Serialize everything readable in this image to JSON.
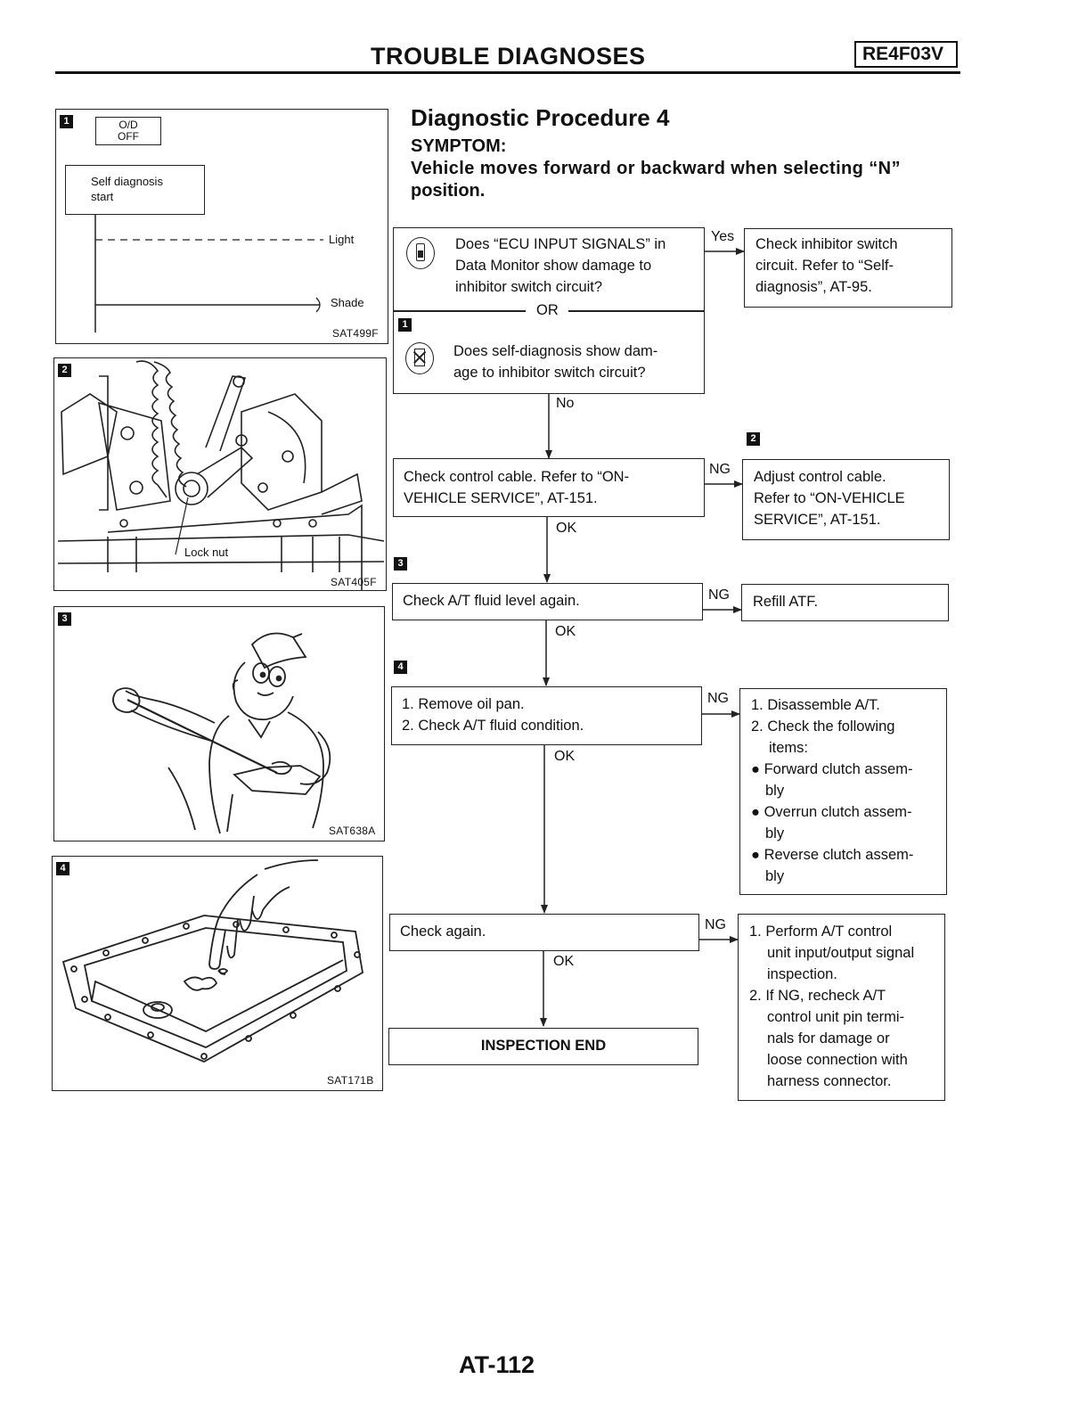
{
  "header": {
    "title": "TROUBLE DIAGNOSES",
    "model": "RE4F03V"
  },
  "procedure": {
    "title": "Diagnostic Procedure 4",
    "symptom_label": "SYMPTOM:",
    "symptom_line1": "Vehicle moves forward or backward when selecting “N”",
    "symptom_line2": "position."
  },
  "figures": {
    "fig1": {
      "badge": "1",
      "od_line1": "O/D",
      "od_line2": "OFF",
      "self_diag_line1": "Self diagnosis",
      "self_diag_line2": "start",
      "light": "Light",
      "shade": "Shade",
      "code": "SAT499F"
    },
    "fig2": {
      "badge": "2",
      "lock_nut": "Lock nut",
      "code": "SAT405F"
    },
    "fig3": {
      "badge": "3",
      "code": "SAT638A"
    },
    "fig4": {
      "badge": "4",
      "code": "SAT171B"
    }
  },
  "flow": {
    "q1": {
      "line1": "Does “ECU INPUT SIGNALS” in",
      "line2": "Data Monitor show damage to",
      "line3": "inhibitor switch circuit?"
    },
    "or": "OR",
    "q1_badge": "1",
    "q2": {
      "line1": "Does self-diagnosis show dam-",
      "line2": "age to inhibitor switch circuit?"
    },
    "yes": "Yes",
    "no": "No",
    "r1": {
      "line1": "Check inhibitor switch",
      "line2": "circuit. Refer to “Self-",
      "line3": "diagnosis”, AT-95."
    },
    "s2_badge": "2",
    "s2": {
      "line1": "Check control cable. Refer to “ON-",
      "line2": "VEHICLE SERVICE”, AT-151."
    },
    "r2": {
      "line1": "Adjust control cable.",
      "line2": "Refer to “ON-VEHICLE",
      "line3": "SERVICE”, AT-151."
    },
    "s3_badge": "3",
    "s3": "Check A/T fluid level again.",
    "r3": "Refill ATF.",
    "s4_badge": "4",
    "s4": {
      "line1": "1. Remove oil pan.",
      "line2": "2. Check A/T fluid condition."
    },
    "r4": {
      "line1": "1. Disassemble A/T.",
      "line2": "2. Check the following",
      "line3": "items:",
      "b1a": "Forward clutch assem-",
      "b1b": "bly",
      "b2a": "Overrun clutch assem-",
      "b2b": "bly",
      "b3a": "Reverse clutch assem-",
      "b3b": "bly"
    },
    "s5": "Check again.",
    "r5": {
      "line1": "1. Perform A/T control",
      "line2": "unit input/output signal",
      "line3": "inspection.",
      "line4": "2. If NG, recheck A/T",
      "line5": "control unit pin termi-",
      "line6": "nals for damage or",
      "line7": "loose connection with",
      "line8": "harness connector."
    },
    "end": "INSPECTION END",
    "ng": "NG",
    "ok": "OK"
  },
  "footer": {
    "page": "AT-112"
  }
}
